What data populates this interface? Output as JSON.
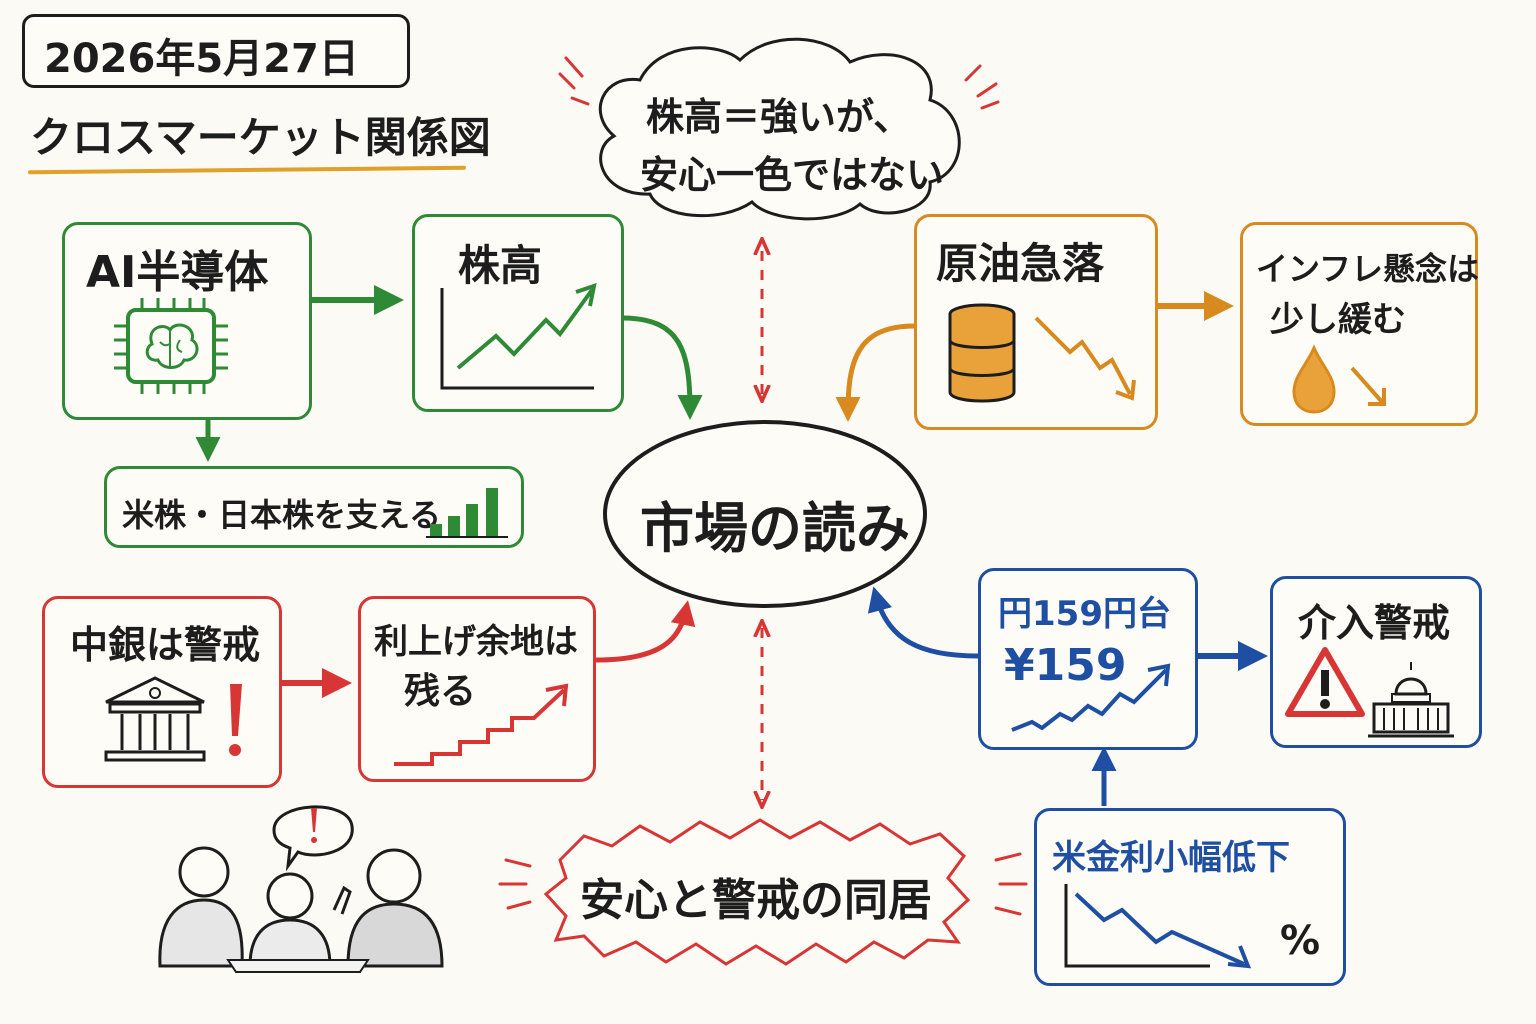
{
  "header": {
    "date": "2026年5月27日",
    "title": "クロスマーケット関係図"
  },
  "center": {
    "label": "市場の読み"
  },
  "thought_cloud": {
    "line1": "株高＝強いが、",
    "line2": "安心一色ではない"
  },
  "coexist": {
    "label": "安心と警戒の同居"
  },
  "nodes": {
    "ai_semis": {
      "label": "AI半導体"
    },
    "stock_rise": {
      "label": "株高"
    },
    "support": {
      "label": "米株・日本株を支える"
    },
    "oil_drop": {
      "label": "原油急落"
    },
    "inflation": {
      "line1": "インフレ懸念は",
      "line2": "少し緩む"
    },
    "central_bank": {
      "label": "中銀は警戒"
    },
    "rate_hike": {
      "line1": "利上げ余地は",
      "line2": "残る"
    },
    "yen": {
      "label": "円159円台",
      "price": "¥159"
    },
    "intervention": {
      "label": "介入警戒"
    },
    "us_rates": {
      "label": "米金利小幅低下",
      "unit": "%"
    }
  },
  "colors": {
    "green": "#2f8a36",
    "orange": "#d98a1e",
    "red": "#d83535",
    "blue": "#1f4fa3",
    "ink": "#1d1d1d",
    "title_underline": "#e1a02a"
  },
  "icons": [
    "brain-chip-icon",
    "rising-chart-icon",
    "bar-chart-icon",
    "oil-barrel-icon",
    "falling-arrow-icon",
    "oil-drop-icon",
    "bank-building-icon",
    "exclamation-icon",
    "stairs-up-chart-icon",
    "warning-triangle-icon",
    "capitol-building-icon",
    "falling-chart-icon",
    "people-meeting-icon"
  ]
}
